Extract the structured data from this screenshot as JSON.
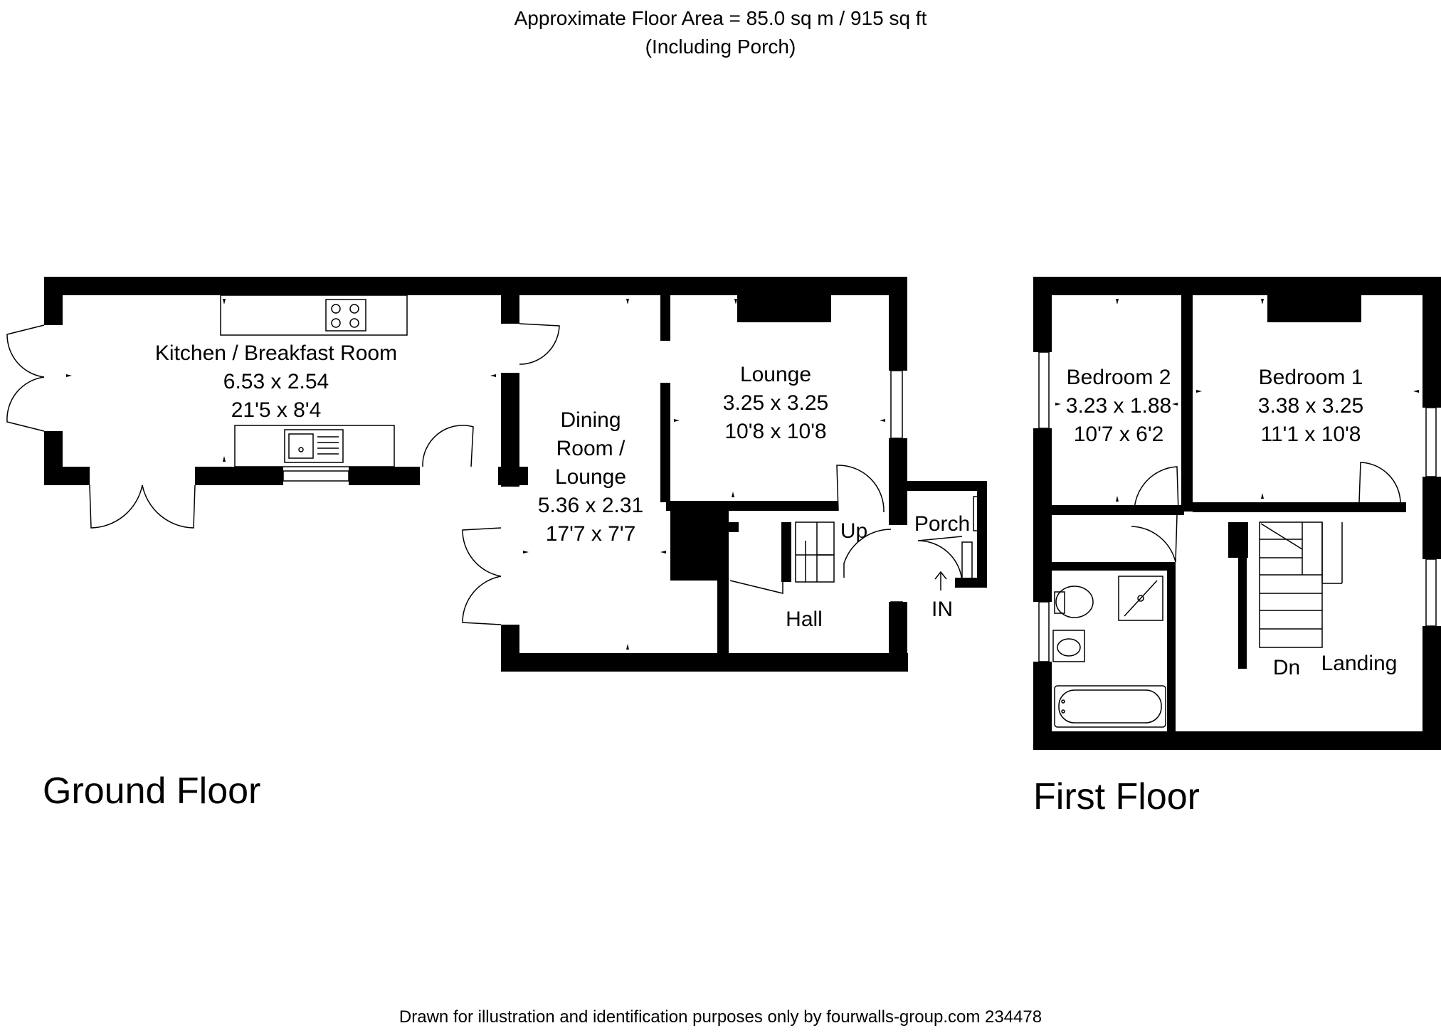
{
  "header": {
    "area": "Approximate Floor Area = 85.0 sq m / 915 sq ft",
    "note": "(Including Porch)"
  },
  "floors": {
    "ground": {
      "name": "Ground Floor"
    },
    "first": {
      "name": "First Floor"
    }
  },
  "rooms": {
    "kitchen": {
      "name": "Kitchen / Breakfast Room",
      "metric": "6.53 x 2.54",
      "imperial": "21'5 x 8'4"
    },
    "dining": {
      "name1": "Dining",
      "name2": "Room /",
      "name3": "Lounge",
      "metric": "5.36 x 2.31",
      "imperial": "17'7 x 7'7"
    },
    "lounge": {
      "name": "Lounge",
      "metric": "3.25 x 3.25",
      "imperial": "10'8 x 10'8"
    },
    "hall": {
      "name": "Hall"
    },
    "porch": {
      "name": "Porch"
    },
    "bedroom2": {
      "name": "Bedroom 2",
      "metric": "3.23 x 1.88",
      "imperial": "10'7 x 6'2"
    },
    "bedroom1": {
      "name": "Bedroom 1",
      "metric": "3.38 x 3.25",
      "imperial": "11'1 x 10'8"
    },
    "landing": {
      "name": "Landing"
    }
  },
  "markers": {
    "up": "Up",
    "down": "Dn",
    "entrance": "IN"
  },
  "footer": {
    "text": "Drawn for illustration and identification purposes only by fourwalls-group.com 234478"
  }
}
